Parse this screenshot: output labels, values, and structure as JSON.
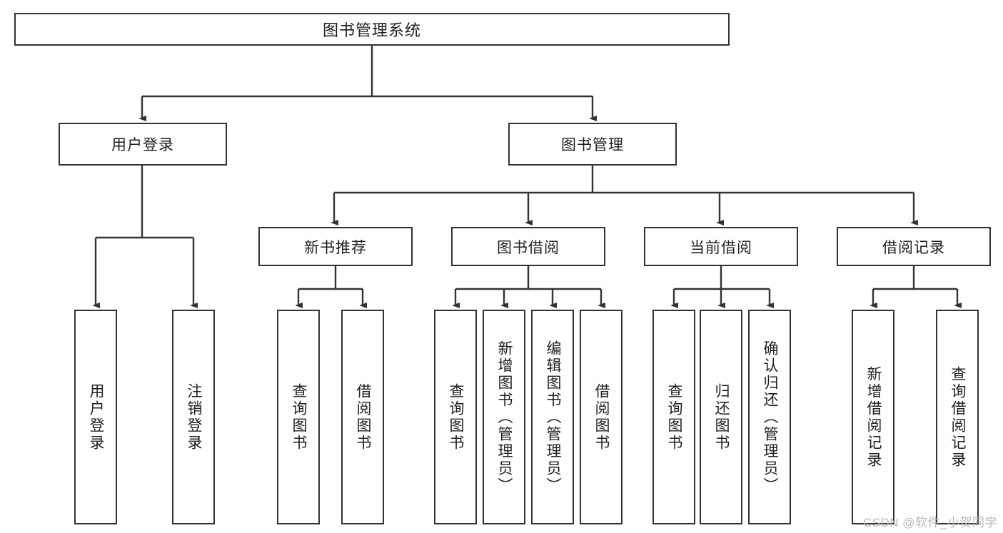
{
  "diagram": {
    "title": "图书管理系统",
    "type": "hierarchy-tree",
    "colors": {
      "box_border": "#333333",
      "box_fill": "#ffffff",
      "connector": "#333333",
      "text": "#1f1f1f",
      "watermark": "#b9b9b9"
    },
    "root": {
      "label": "图书管理系统"
    },
    "level1": [
      {
        "label": "用户登录"
      },
      {
        "label": "图书管理"
      }
    ],
    "level2": [
      {
        "label": "新书推荐"
      },
      {
        "label": "图书借阅"
      },
      {
        "label": "当前借阅"
      },
      {
        "label": "借阅记录"
      }
    ],
    "leaves": {
      "user_login": [
        {
          "label": "用户登录"
        },
        {
          "label": "注销登录"
        }
      ],
      "new_book_recommend": [
        {
          "label": "查询图书"
        },
        {
          "label": "借阅图书"
        }
      ],
      "book_borrow": [
        {
          "label": "查询图书"
        },
        {
          "label": "新增图书（管理员）"
        },
        {
          "label": "编辑图书（管理员）"
        },
        {
          "label": "借阅图书"
        }
      ],
      "current_borrow": [
        {
          "label": "查询图书"
        },
        {
          "label": "归还图书"
        },
        {
          "label": "确认归还（管理员）"
        }
      ],
      "borrow_records": [
        {
          "label": "新增借阅记录"
        },
        {
          "label": "查询借阅记录"
        }
      ]
    },
    "watermark": "CSDN @软件_小贺同学"
  }
}
